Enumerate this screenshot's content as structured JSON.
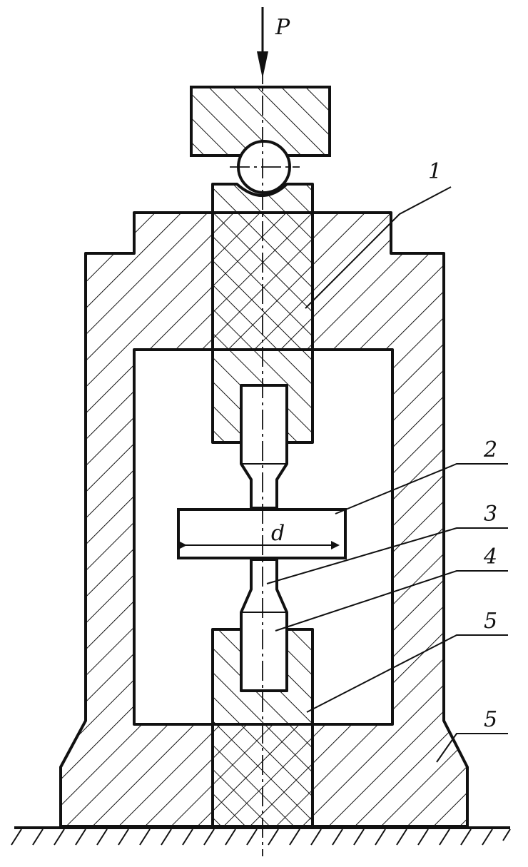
{
  "figure": {
    "load_label": "P",
    "diameter_label": "d",
    "callouts": [
      {
        "id": "1",
        "label": "1"
      },
      {
        "id": "2",
        "label": "2"
      },
      {
        "id": "3",
        "label": "3"
      },
      {
        "id": "4",
        "label": "4"
      },
      {
        "id": "5",
        "label": "5"
      },
      {
        "id": "6",
        "label": "5"
      }
    ]
  },
  "colors": {
    "ink": "#111111",
    "paper": "#ffffff"
  }
}
